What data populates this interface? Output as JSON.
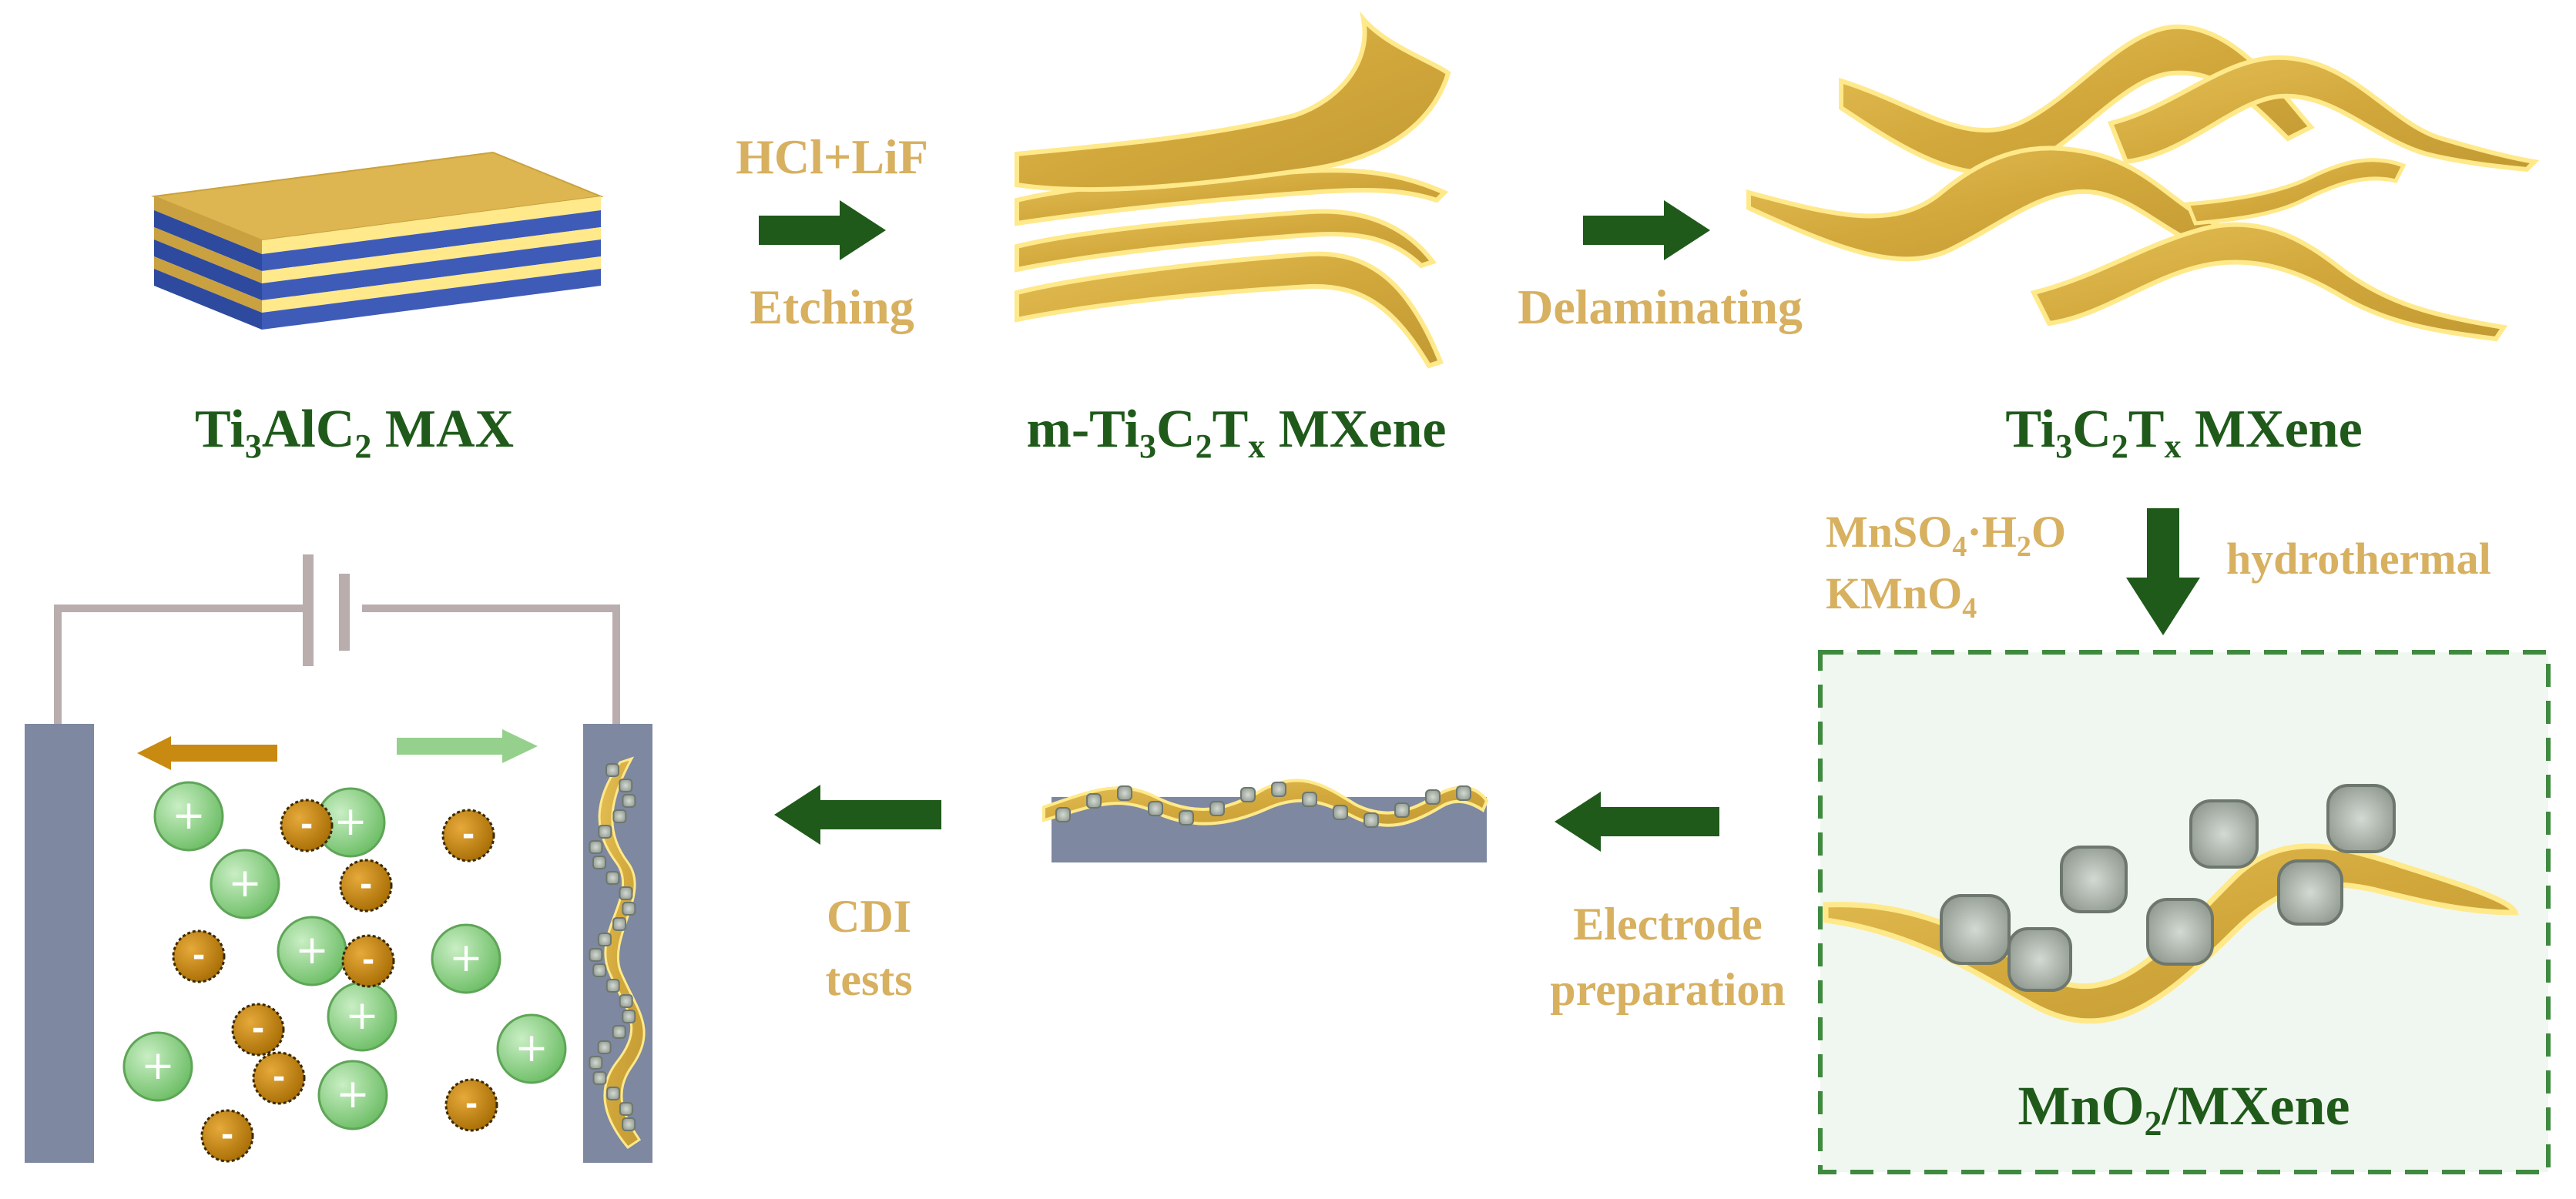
{
  "colors": {
    "gold": "#D7AE44",
    "gold_dark": "#B8912B",
    "gold_edge": "#FFE98A",
    "green_dark": "#1F5A1A",
    "label_gold": "#D7B060",
    "max_blue": "#3F5BB8",
    "electrode": "#7E88A0",
    "wire": "#B9ADAD",
    "cation": "#8FD08A",
    "anion": "#C58A10",
    "arrow_orange": "#C88A10",
    "arrow_light_green": "#95D08C",
    "box_fill": "#F0F7F0",
    "box_border": "#3F8A3F",
    "particle": "#A9B1A9"
  },
  "labels": {
    "max": {
      "main": "Ti",
      "s1": "3",
      "mid": "AlC",
      "s2": "2",
      "tail": " MAX"
    },
    "m_mxene": {
      "pre": "m-Ti",
      "s1": "3",
      "c": "C",
      "s2": "2",
      "t": "T",
      "s3": "x",
      "tail": " MXene"
    },
    "mxene": {
      "pre": "Ti",
      "s1": "3",
      "c": "C",
      "s2": "2",
      "t": "T",
      "s3": "x",
      "tail": " MXene"
    },
    "composite": {
      "pre": "MnO",
      "s1": "2",
      "tail": "/MXene"
    }
  },
  "steps": {
    "etch_top": "HCl+LiF",
    "etch_bottom": "Etching",
    "delaminate": "Delaminating",
    "reagent1_pre": "MnSO",
    "reagent1_s1": "4",
    "reagent1_mid": "·H",
    "reagent1_s2": "2",
    "reagent1_tail": "O",
    "reagent2_pre": "KMnO",
    "reagent2_s1": "4",
    "hydrothermal": "hydrothermal",
    "electrode_line1": "Electrode",
    "electrode_line2": "preparation",
    "cdi_line1": "CDI",
    "cdi_line2": "tests"
  },
  "ions": {
    "cation_symbol": "+",
    "anion_symbol": "-"
  }
}
